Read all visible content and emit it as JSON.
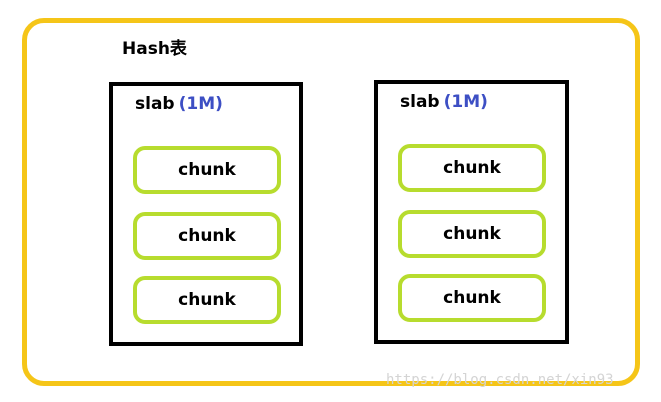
{
  "diagram": {
    "hash_label": "Hash表",
    "slabs": [
      {
        "label": "slab",
        "size": "(1M)",
        "chunks": [
          "chunk",
          "chunk",
          "chunk"
        ]
      },
      {
        "label": "slab",
        "size": "(1M)",
        "chunks": [
          "chunk",
          "chunk",
          "chunk"
        ]
      }
    ]
  },
  "watermark": "https://blog.csdn.net/xin93"
}
